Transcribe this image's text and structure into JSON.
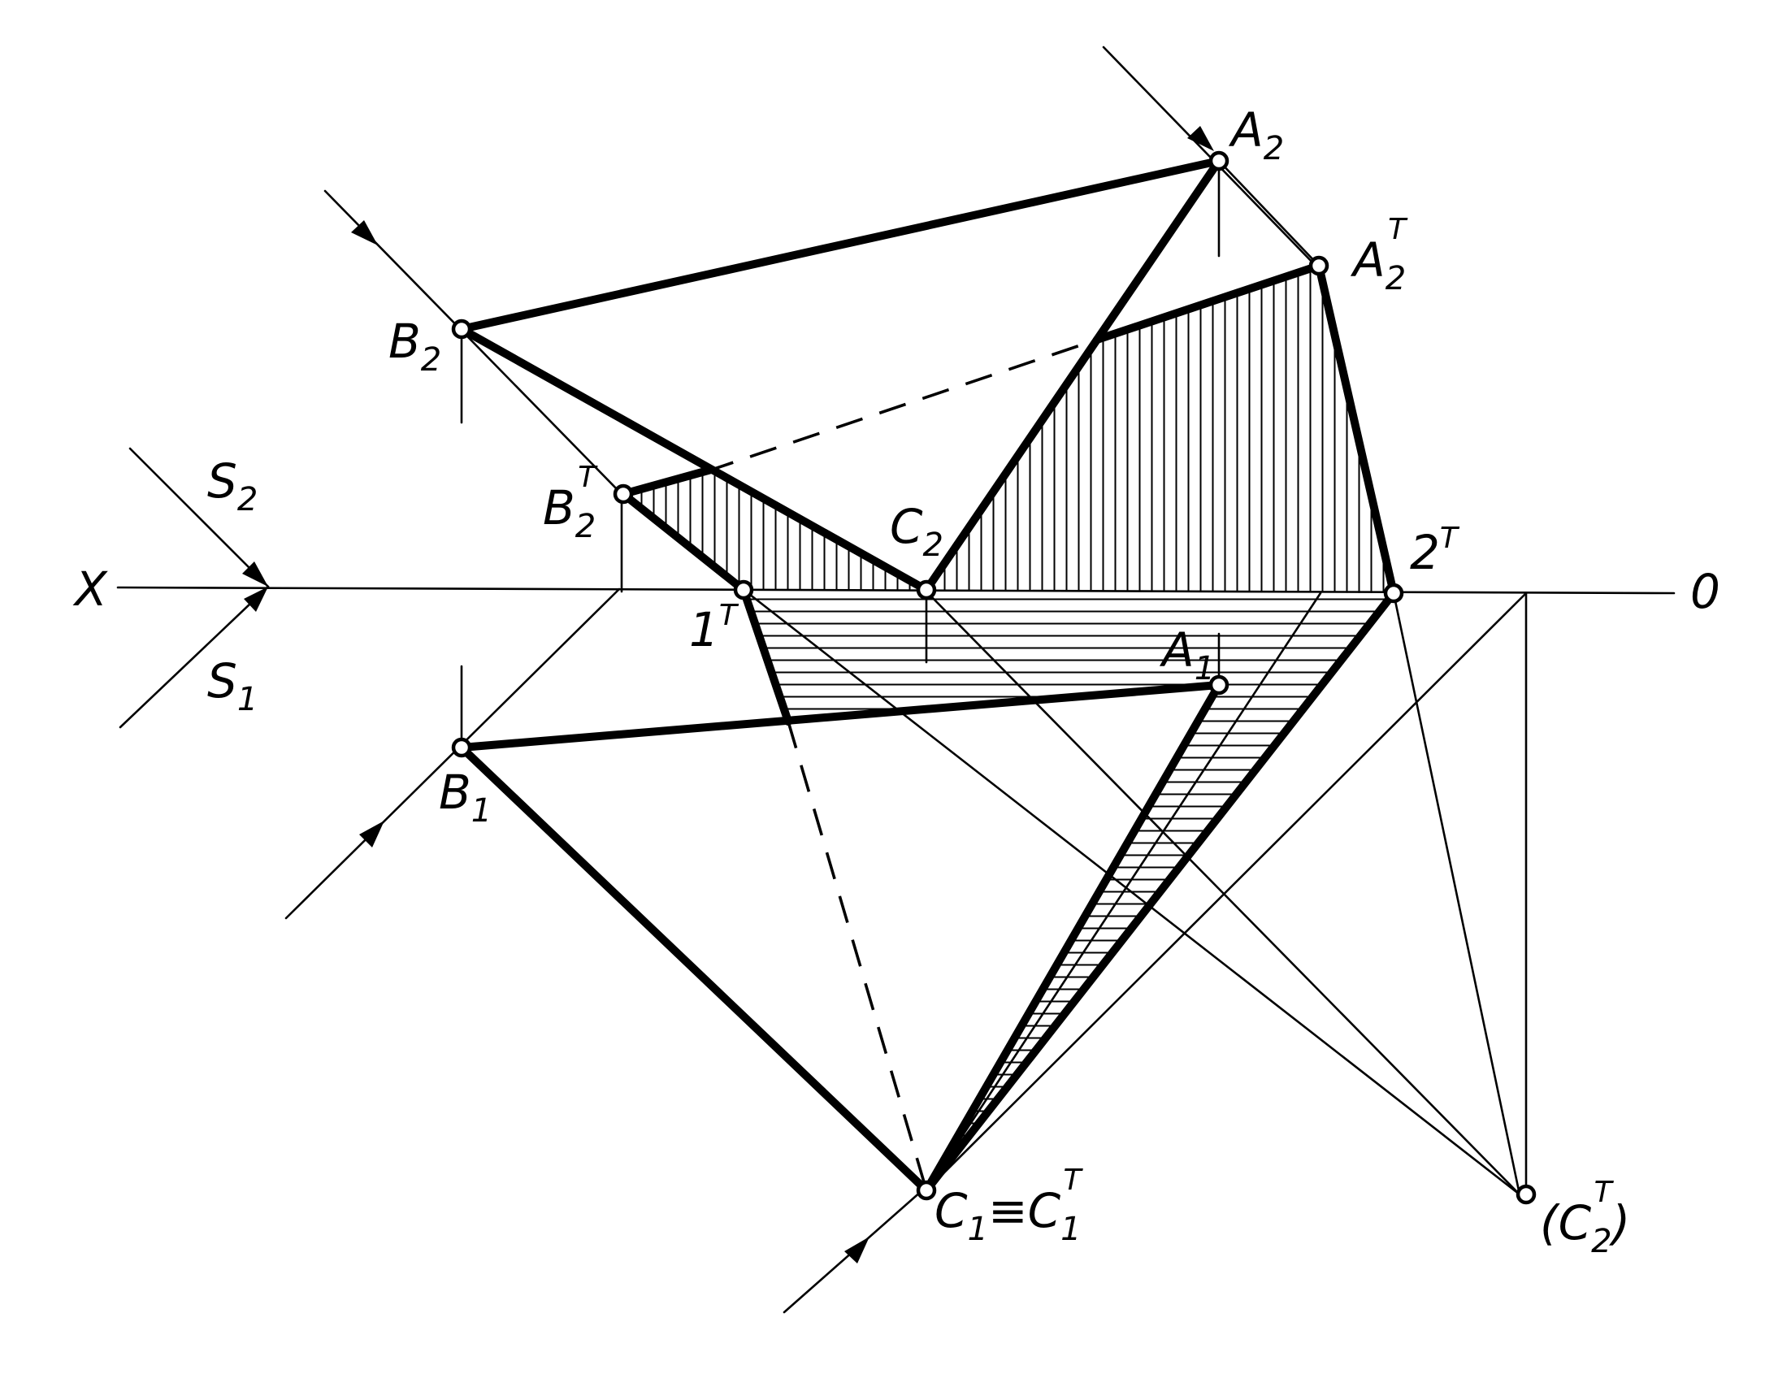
{
  "labels": {
    "axis_x": "X",
    "axis_0": "0",
    "s2": "S",
    "s2_sub": "2",
    "s1": "S",
    "s1_sub": "1",
    "a2": "A",
    "a2_sub": "2",
    "a2t": "A",
    "a2t_sub": "2",
    "a2t_sup": "T",
    "b2": "B",
    "b2_sub": "2",
    "b2t": "B",
    "b2t_sub": "2",
    "b2t_sup": "T",
    "c2": "C",
    "c2_sub": "2",
    "p1t": "1",
    "p1t_sup": "T",
    "p2t": "2",
    "p2t_sup": "T",
    "a1": "A",
    "a1_sub": "1",
    "b1": "B",
    "b1_sub": "1",
    "c1": "C",
    "c1_sub": "1",
    "c1_eq": "≡",
    "c1t": "C",
    "c1t_sub": "1",
    "c1t_sup": "T",
    "c2t_open": "(",
    "c2t": "C",
    "c2t_sub": "2",
    "c2t_sup": "T",
    "c2t_close": ")"
  }
}
